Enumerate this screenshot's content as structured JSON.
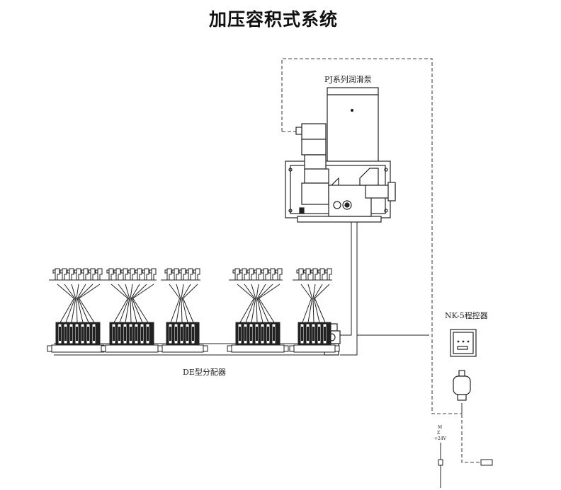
{
  "title": "加压容积式系统",
  "labels": {
    "pump": "PJ系列润滑泵",
    "distributor": "DE型分配器",
    "controller": "NK-5程控器",
    "power_1": "M",
    "power_2": "Z",
    "power_3": "+24V"
  },
  "distributor_groups": [
    {
      "outlets": 7
    },
    {
      "outlets": 7
    },
    {
      "outlets": 5
    },
    {
      "outlets": 7
    },
    {
      "outlets": 5
    }
  ],
  "colors": {
    "line": "#222222",
    "dashed": "#444444",
    "fill_dark": "#222222",
    "fill_light": "#ffffff"
  }
}
